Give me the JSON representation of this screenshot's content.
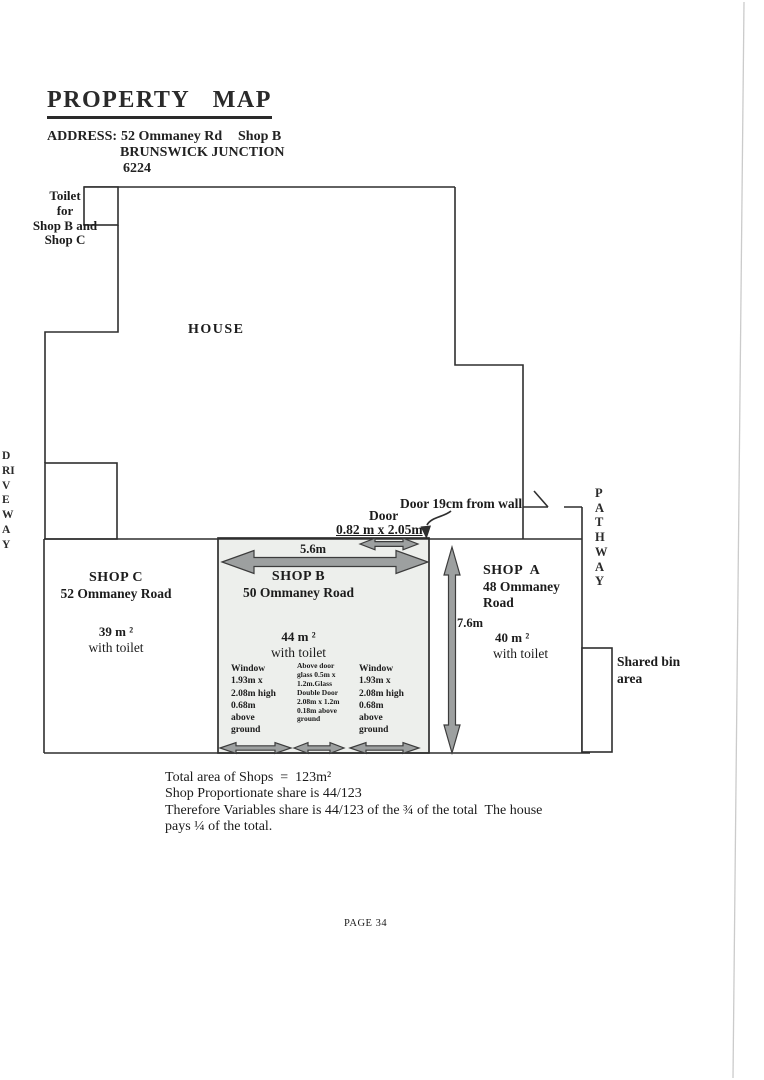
{
  "page": {
    "title": "PROPERTY  MAP",
    "page_number": "PAGE 34"
  },
  "address": {
    "label": "ADDRESS:",
    "street": "52  Ommaney Rd",
    "shop": "Shop B",
    "city": "BRUNSWICK JUNCTION",
    "postcode": "6224"
  },
  "map": {
    "toilet_note": [
      "Toilet",
      "for",
      "Shop B and",
      "Shop C"
    ],
    "house_label": "HOUSE",
    "driveway": "DRIVEWAY",
    "pathway": "PATHWAY",
    "door_note": "Door 19cm from wall",
    "door_label": "Door",
    "door_size": "0.82 m x 2.05m",
    "width_label": "5.6m",
    "height_label": "7.6m",
    "shared_bin": [
      "Shared bin",
      "area"
    ],
    "shops": [
      {
        "name": "SHOP C",
        "address": "52 Ommaney Road",
        "area": "39 m ²",
        "toilet": "with toilet"
      },
      {
        "name": "SHOP B",
        "address": "50 Ommaney Road",
        "area": "44 m ²",
        "toilet": "with toilet"
      },
      {
        "name": "SHOP A",
        "address": "48 Ommaney",
        "address2": "Road",
        "area": "40 m ²",
        "toilet": "with toilet"
      }
    ],
    "window_left": [
      "Window",
      "1.93m x",
      "2.08m high",
      "0.68m",
      "above",
      "ground"
    ],
    "door_detail": [
      "Above door",
      "glass 0.5m x",
      "1.2m.Glass",
      "Double Door",
      "2.08m x 1.2m",
      "0.18m above",
      "ground"
    ],
    "window_right": [
      "Window",
      "1.93m x",
      "2.08m high",
      "0.68m",
      "above",
      "ground"
    ]
  },
  "notes": {
    "lines": [
      "Total area of Shops  =  123m²",
      "Shop Proportionate share is 44/123",
      "Therefore Variables share is 44/123 of the ¾ of the total  The house",
      "pays ¼ of the total."
    ]
  },
  "colors": {
    "wall": "#2f2f2f",
    "arrow_fill": "#9da0a0",
    "shop_b_fill": "#edefec",
    "scan_line": "#cbcbcb"
  }
}
